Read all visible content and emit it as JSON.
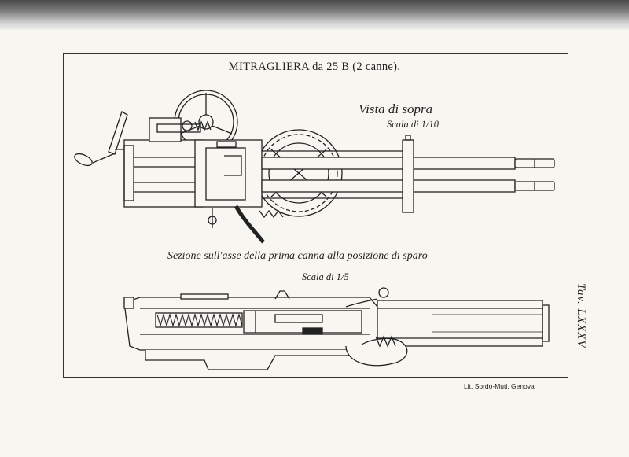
{
  "plate": {
    "title": "MITRAGLIERA da 25 B (2 canne).",
    "top_view_label": "Vista di sopra",
    "top_view_scale": "Scala di 1/10",
    "section_label": "Sezione sull'asse della prima canna alla posizione di sparo",
    "section_scale": "Scala di 1/5",
    "plate_number": "Tav. LXXXV",
    "printer": "Lit. Sordo-Muti, Genova"
  }
}
